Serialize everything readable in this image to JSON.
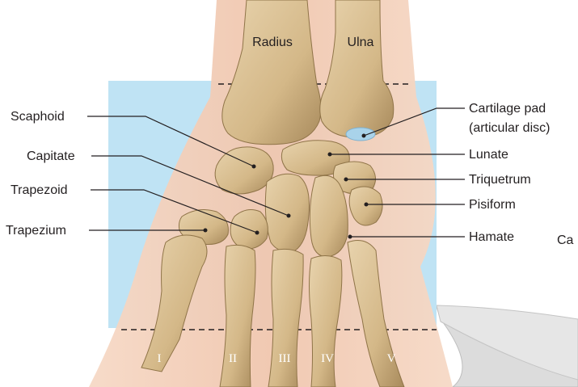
{
  "diagram": {
    "bones_top": {
      "radius": "Radius",
      "ulna": "Ulna"
    },
    "left_labels": [
      "Scaphoid",
      "Capitate",
      "Trapezoid",
      "Trapezium"
    ],
    "right_labels": [
      "Cartilage pad",
      "(articular disc)",
      "Lunate",
      "Triquetrum",
      "Pisiform",
      "Hamate"
    ],
    "cut_off_text": "Ca",
    "metacarpals": [
      "I",
      "II",
      "III",
      "IV",
      "V"
    ],
    "colors": {
      "panel": "#bfe3f4",
      "bone": "#d9c095",
      "bone_shadow": "#a98b5e",
      "skin": "#f2c9b0",
      "callout": "#d8d8d8"
    }
  }
}
